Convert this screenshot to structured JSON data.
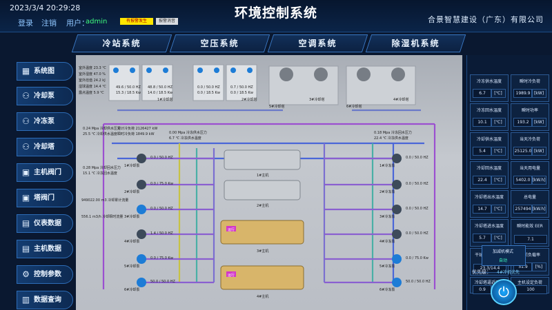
{
  "header": {
    "datetime": "2023/3/4 20:29:28",
    "title": "环境控制系统",
    "company": "合景智慧建设（广东）有限公司",
    "login": "登录",
    "logout": "注销",
    "user_label": "用户：",
    "user": "admin",
    "alarm_badge": "有报警发生",
    "alarm_clear": "报警消音"
  },
  "tabs": [
    "冷站系统",
    "空压系统",
    "空调系统",
    "除湿机系统"
  ],
  "sidebar": [
    {
      "label": "系统图",
      "icon": "▦"
    },
    {
      "label": "冷却泵",
      "icon": "⚇"
    },
    {
      "label": "冷冻泵",
      "icon": "⚇"
    },
    {
      "label": "冷却塔",
      "icon": "⚇"
    },
    {
      "label": "主机阀门",
      "icon": "▣"
    },
    {
      "label": "塔阀门",
      "icon": "▣"
    },
    {
      "label": "仪表数据",
      "icon": "▤"
    },
    {
      "label": "主机数据",
      "icon": "▤"
    },
    {
      "label": "控制参数",
      "icon": "⚙"
    },
    {
      "label": "数据查询",
      "icon": "▥"
    }
  ],
  "weather": [
    "室外温度 23.3 ℃",
    "室外湿度 47.0 %",
    "室外焓值 24.2 kJ",
    "湿球温度 14.4 ℃",
    "露点温度 5.9 ℃"
  ],
  "towers": [
    {
      "label": "1#冷却塔",
      "freq": "49.6 / 50.0 HZ",
      "power": "15.3 / 18.5 Kw"
    },
    {
      "label": "2#冷却塔",
      "freq": "48.8 / 50.0 HZ",
      "power": "14.0 / 18.5 Kw"
    },
    {
      "label": "3#冷却塔",
      "freq": "0.0 / 50.0 HZ",
      "power": "0.0 / 18.5 Kw"
    },
    {
      "label": "4#冷却塔",
      "freq": "0.7 / 50.0 HZ",
      "power": "0.0 / 18.5 Kw"
    },
    {
      "label": "5#冷却塔",
      "freq": "",
      "power": ""
    },
    {
      "label": "6#冷却塔",
      "freq": "",
      "power": ""
    }
  ],
  "chillers": [
    {
      "label": "1#主机",
      "tag": "",
      "type": "grey"
    },
    {
      "label": "2#主机",
      "tag": "",
      "type": "grey"
    },
    {
      "label": "3#主机",
      "tag": "运行",
      "type": "gold"
    },
    {
      "label": "4#主机",
      "tag": "运行",
      "type": "gold"
    }
  ],
  "pipe_readings": [
    "0.24 Mpa 冷却供水压力",
    "25.5 ℃ 冷却供水温度",
    "0.28 Mpa 冷却回水压力",
    "15.1 ℃ 冷冻回水温度",
    "0.18 Mpa 冷冻回水压力",
    "22.4 ℃ 冷冻供水温度",
    "0.00 Mpa 冷冻供水压力",
    "6.7 ℃ 冷冻供水温度",
    "949022.00 m3 冷却累计流量",
    "556.1 m3/h 冷却瞬时流量",
    "累计冷负荷 2126427 kW",
    "瞬时冷负荷 1849.9 kW"
  ],
  "pumps_left": [
    {
      "label": "1#冷却泵",
      "reading": "0.0 / 50.0 HZ"
    },
    {
      "label": "2#冷却泵",
      "reading": "0.0 / 75.0 Kw"
    },
    {
      "label": "3#冷却泵",
      "reading": "0.0 / 50.0 HZ"
    },
    {
      "label": "4#冷却泵",
      "reading": "1.4 / 50.0 HZ"
    },
    {
      "label": "5#冷却泵",
      "reading": "0.0 / 75.0 Kw"
    },
    {
      "label": "6#冷却泵",
      "reading": "50.0 / 50.0 HZ"
    }
  ],
  "pumps_right": [
    {
      "label": "1#冷冻泵",
      "reading": "0.0 / 50.0 HZ"
    },
    {
      "label": "2#冷冻泵",
      "reading": "0.0 / 50.0 HZ"
    },
    {
      "label": "3#冷冻泵",
      "reading": "0.0 / 50.0 HZ"
    },
    {
      "label": "4#冷冻泵",
      "reading": "0.0 / 50.0 HZ"
    },
    {
      "label": "5#冷冻泵",
      "reading": "0.0 / 75.0 Kw"
    },
    {
      "label": "6#冷冻泵",
      "reading": "50.0 / 50.0 HZ"
    }
  ],
  "right_panel": [
    {
      "label": "冷冻供水温度",
      "value": "6.7",
      "unit": "[℃]"
    },
    {
      "label": "瞬时冷负荷",
      "value": "1989.9",
      "unit": "[kW]"
    },
    {
      "label": "冷冻回水温度",
      "value": "10.1",
      "unit": "[℃]"
    },
    {
      "label": "瞬时功率",
      "value": "193.2",
      "unit": "[kW]"
    },
    {
      "label": "冷却供水温度",
      "value": "5.4",
      "unit": "[℃]"
    },
    {
      "label": "当天冷负荷",
      "value": "25125.0",
      "unit": "[kW]"
    },
    {
      "label": "冷却回水温度",
      "value": "22.4",
      "unit": "[℃]"
    },
    {
      "label": "当天用电量",
      "value": "5402.0",
      "unit": "[kW.h]"
    },
    {
      "label": "冷却塔出水温度",
      "value": "14.7",
      "unit": "[℃]"
    },
    {
      "label": "总电量",
      "value": "257494",
      "unit": "[kW.h]"
    },
    {
      "label": "冷却塔进水温度",
      "value": "5.7",
      "unit": "[℃]"
    },
    {
      "label": "瞬时能效 EER",
      "value": "7.1",
      "unit": ""
    },
    {
      "label": "干球 / 湿球温度",
      "value": "23.3/14.4",
      "unit": ""
    },
    {
      "label": "当前负载率",
      "value": "51.9",
      "unit": "[%]"
    },
    {
      "label": "冷却塔逼近温度",
      "value": "0.9",
      "unit": "[℃]"
    },
    {
      "label": "主机设定负荷",
      "value": "100",
      "unit": ""
    }
  ],
  "mode": {
    "label": "加减机模式",
    "value": "自动"
  },
  "priority": {
    "label": "优先级：",
    "value": "4#冷机优先"
  },
  "icons": {
    "power": "power-icon"
  }
}
